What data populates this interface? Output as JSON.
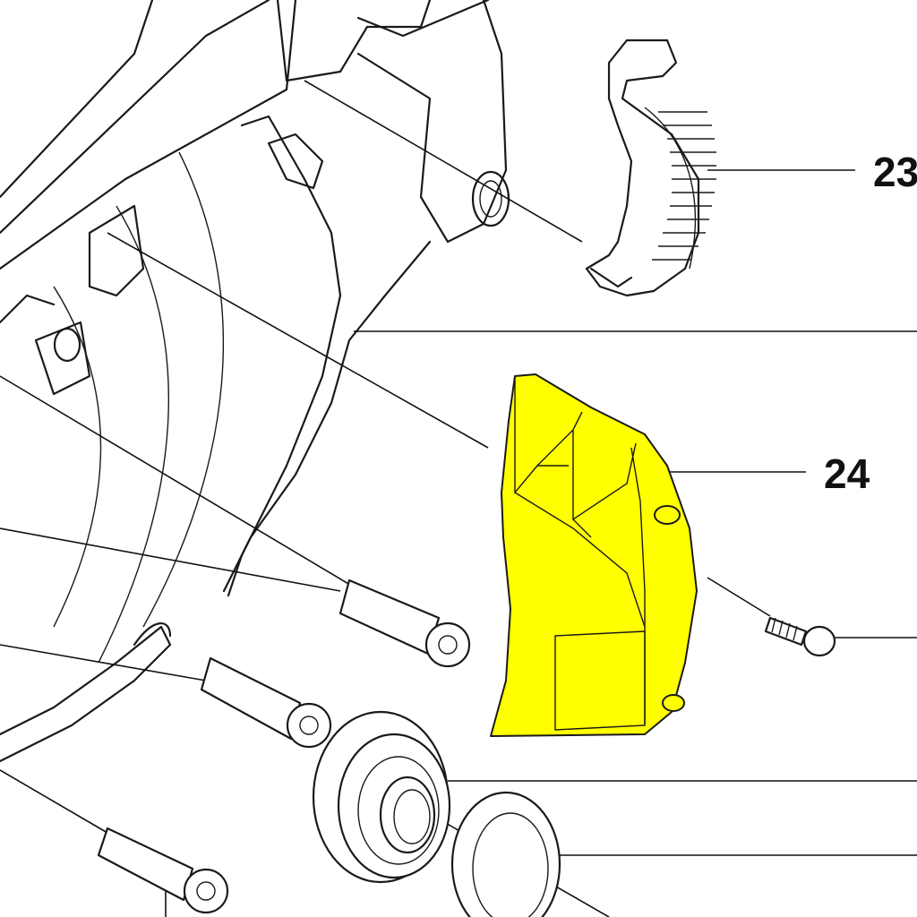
{
  "diagram": {
    "callouts": [
      {
        "number": "23",
        "part": "drive-belt-segment"
      },
      {
        "number": "24",
        "part": "highlighted-cover"
      }
    ],
    "highlight_color": "#ffff00"
  }
}
